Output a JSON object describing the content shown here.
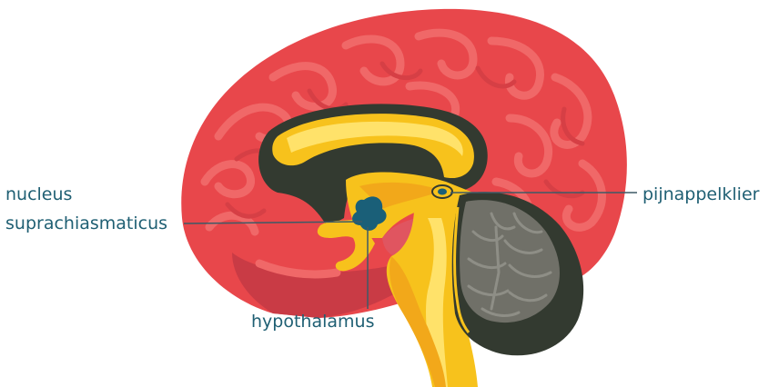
{
  "labels": {
    "nucleus_line1": "nucleus",
    "nucleus_line2": "suprachiasmaticus",
    "hypothalamus": "hypothalamus",
    "pineal_gland": "pijnappelklier"
  },
  "colors": {
    "cerebrum": "#e8474b",
    "cerebrum_dark": "#c93b45",
    "cerebrum_light": "#f06868",
    "brainstem": "#f7c21c",
    "brainstem_light": "#ffe26a",
    "outline_dark": "#333a30",
    "cerebellum": "#707068",
    "nucleus": "#1a5f78",
    "label_text": "#1f5f73",
    "leader_line": "#3d5a66"
  }
}
